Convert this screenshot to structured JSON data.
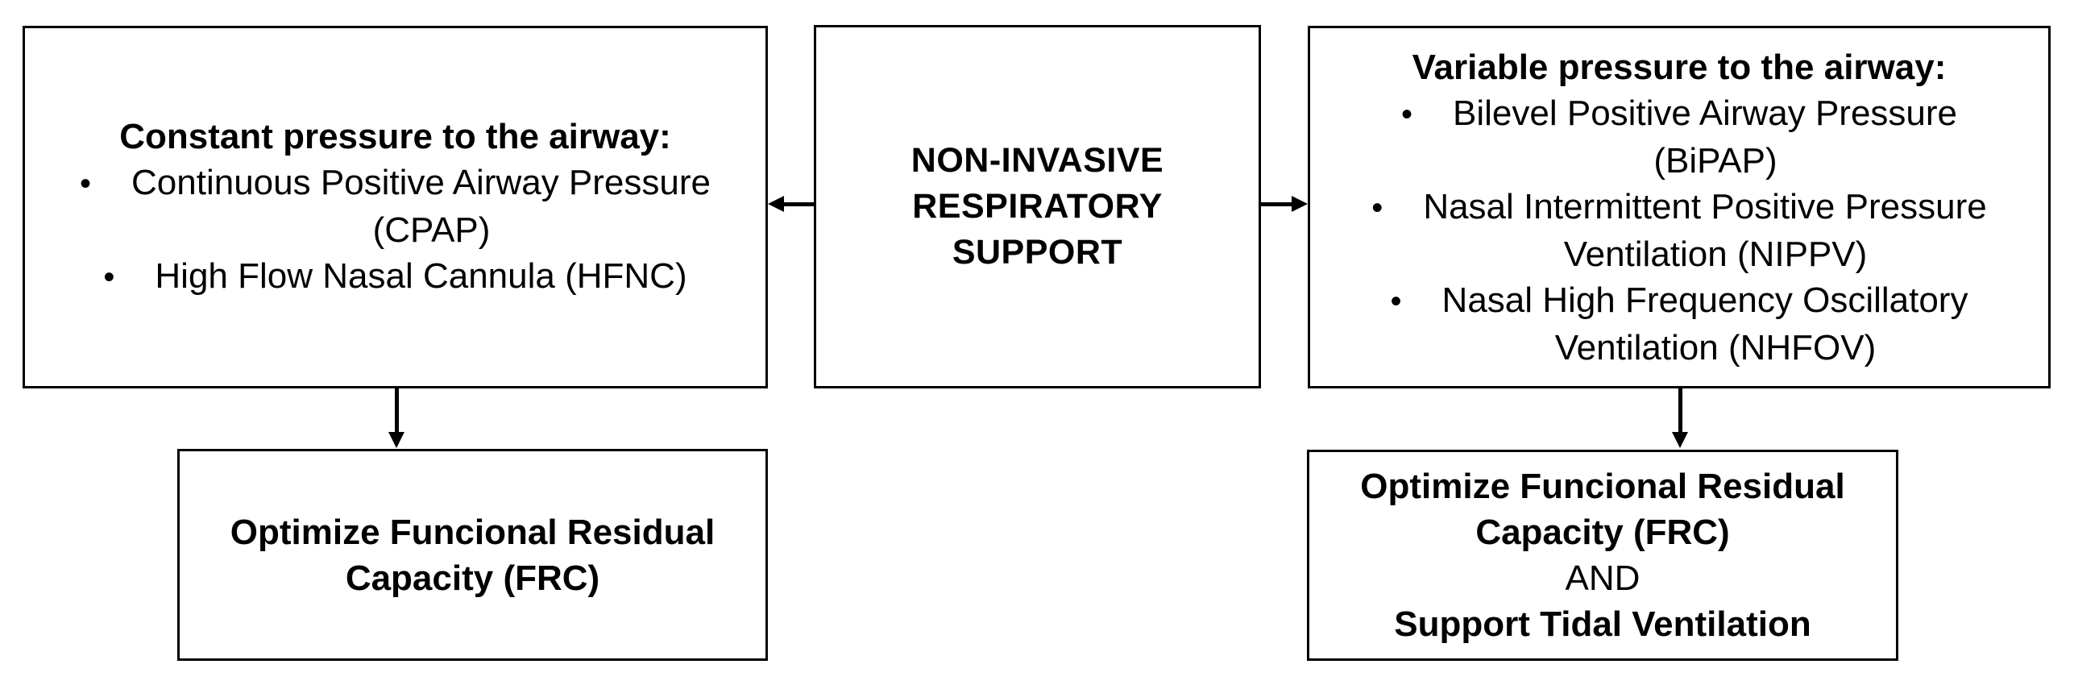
{
  "colors": {
    "background": "#ffffff",
    "border": "#000000",
    "text": "#000000"
  },
  "bullet_char": "•",
  "diagram": {
    "center": {
      "lines": [
        "NON-INVASIVE",
        "RESPIRATORY",
        "SUPPORT"
      ]
    },
    "left": {
      "title": "Constant pressure to the airway:",
      "bullets": [
        {
          "lines": [
            "Continuous Positive Airway Pressure",
            "(CPAP)"
          ]
        },
        {
          "lines": [
            "High Flow Nasal Cannula (HFNC)"
          ]
        }
      ]
    },
    "right": {
      "title": "Variable pressure to the airway:",
      "bullets": [
        {
          "lines": [
            "Bilevel Positive Airway Pressure",
            "(BiPAP)"
          ]
        },
        {
          "lines": [
            "Nasal Intermittent Positive Pressure",
            "Ventilation (NIPPV)"
          ]
        },
        {
          "lines": [
            "Nasal High Frequency Oscillatory",
            "Ventilation (NHFOV)"
          ]
        }
      ]
    },
    "bottom_left": {
      "lines": [
        "Optimize Funcional Residual",
        "Capacity (FRC)"
      ]
    },
    "bottom_right": {
      "lines": [
        "Optimize Funcional Residual",
        "Capacity (FRC)",
        "AND",
        "Support Tidal Ventilation"
      ]
    }
  }
}
